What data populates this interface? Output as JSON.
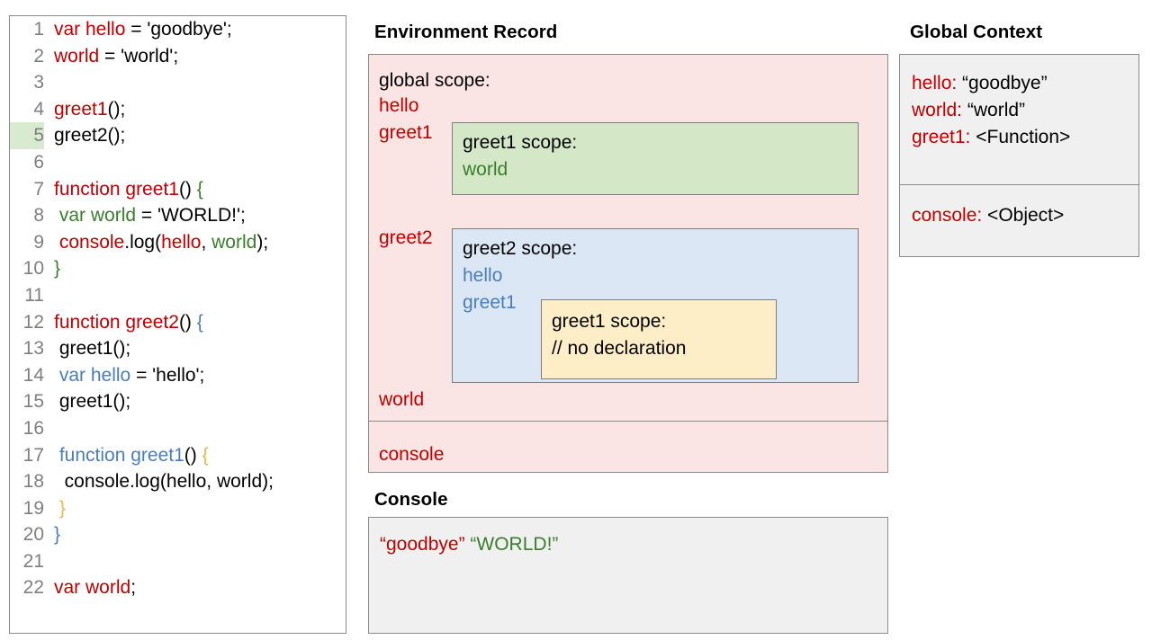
{
  "code_panel": {
    "lines": [
      {
        "num": "1",
        "highlight": false,
        "tokens": [
          {
            "t": "var hello",
            "c": "red"
          },
          {
            "t": " = 'goodbye';",
            "c": "black"
          }
        ]
      },
      {
        "num": "2",
        "highlight": false,
        "tokens": [
          {
            "t": "world",
            "c": "red"
          },
          {
            "t": " = 'world';",
            "c": "black"
          }
        ]
      },
      {
        "num": "3",
        "highlight": false,
        "tokens": []
      },
      {
        "num": "4",
        "highlight": false,
        "tokens": [
          {
            "t": "greet1",
            "c": "red"
          },
          {
            "t": "();",
            "c": "black"
          }
        ]
      },
      {
        "num": "5",
        "highlight": true,
        "tokens": [
          {
            "t": "greet2();",
            "c": "black"
          }
        ]
      },
      {
        "num": "6",
        "highlight": false,
        "tokens": []
      },
      {
        "num": "7",
        "highlight": false,
        "tokens": [
          {
            "t": "function greet1",
            "c": "red"
          },
          {
            "t": "() ",
            "c": "black"
          },
          {
            "t": "{",
            "c": "green"
          }
        ]
      },
      {
        "num": "8",
        "highlight": false,
        "tokens": [
          {
            "t": " ",
            "c": "black"
          },
          {
            "t": "var world",
            "c": "green"
          },
          {
            "t": " = 'WORLD!';",
            "c": "black"
          }
        ]
      },
      {
        "num": "9",
        "highlight": false,
        "tokens": [
          {
            "t": " ",
            "c": "black"
          },
          {
            "t": "console",
            "c": "red"
          },
          {
            "t": ".log(",
            "c": "black"
          },
          {
            "t": "hello",
            "c": "red"
          },
          {
            "t": ", ",
            "c": "black"
          },
          {
            "t": "world",
            "c": "green"
          },
          {
            "t": ");",
            "c": "black"
          }
        ]
      },
      {
        "num": "10",
        "highlight": false,
        "tokens": [
          {
            "t": "}",
            "c": "green"
          }
        ]
      },
      {
        "num": "11",
        "highlight": false,
        "tokens": []
      },
      {
        "num": "12",
        "highlight": false,
        "tokens": [
          {
            "t": "function greet2",
            "c": "red"
          },
          {
            "t": "() ",
            "c": "black"
          },
          {
            "t": "{",
            "c": "blue"
          }
        ]
      },
      {
        "num": "13",
        "highlight": false,
        "tokens": [
          {
            "t": " greet1();",
            "c": "black"
          }
        ]
      },
      {
        "num": "14",
        "highlight": false,
        "tokens": [
          {
            "t": " ",
            "c": "black"
          },
          {
            "t": "var hello",
            "c": "blue"
          },
          {
            "t": " = 'hello';",
            "c": "black"
          }
        ]
      },
      {
        "num": "15",
        "highlight": false,
        "tokens": [
          {
            "t": " greet1();",
            "c": "black"
          }
        ]
      },
      {
        "num": "16",
        "highlight": false,
        "tokens": []
      },
      {
        "num": "17",
        "highlight": false,
        "tokens": [
          {
            "t": " ",
            "c": "black"
          },
          {
            "t": "function greet1",
            "c": "blue"
          },
          {
            "t": "() ",
            "c": "black"
          },
          {
            "t": "{",
            "c": "orange"
          }
        ]
      },
      {
        "num": "18",
        "highlight": false,
        "tokens": [
          {
            "t": "  console.log(hello, world);",
            "c": "black"
          }
        ]
      },
      {
        "num": "19",
        "highlight": false,
        "tokens": [
          {
            "t": " ",
            "c": "black"
          },
          {
            "t": "}",
            "c": "orange"
          }
        ]
      },
      {
        "num": "20",
        "highlight": false,
        "tokens": [
          {
            "t": "}",
            "c": "blue"
          }
        ]
      },
      {
        "num": "21",
        "highlight": false,
        "tokens": []
      },
      {
        "num": "22",
        "highlight": false,
        "tokens": [
          {
            "t": "var world",
            "c": "red"
          },
          {
            "t": ";",
            "c": "black"
          }
        ]
      }
    ]
  },
  "environment_record": {
    "title": "Environment Record",
    "global_scope_label": "global scope:",
    "global_bindings": [
      "hello",
      "greet1",
      "greet2",
      "world"
    ],
    "console_binding": "console",
    "greet1_scope": {
      "label": "greet1 scope:",
      "bindings": [
        "world"
      ]
    },
    "greet2_scope": {
      "label": "greet2 scope:",
      "bindings": [
        "hello",
        "greet1"
      ]
    },
    "greet1_inner_scope": {
      "label": "greet1 scope:",
      "note": "// no declaration"
    }
  },
  "global_context": {
    "title": "Global Context",
    "variables": [
      {
        "key": "hello:",
        "value": " “goodbye”"
      },
      {
        "key": "world:",
        "value": " “world”"
      },
      {
        "key": "greet1:",
        "value": " <Function>"
      }
    ],
    "console_entry": {
      "key": "console:",
      "value": " <Object>"
    }
  },
  "console": {
    "title": "Console",
    "output": [
      {
        "text": "“goodbye”",
        "color": "red"
      },
      {
        "text": " ",
        "color": "black"
      },
      {
        "text": "“WORLD!”",
        "color": "green"
      }
    ]
  },
  "colors": {
    "red": "#c00000",
    "green": "#3a7d2c",
    "blue": "#4a7ebb",
    "orange": "#e8b84b",
    "black": "#000000",
    "env_bg": "#fbe4e4",
    "greet1_bg": "#d4e8c8",
    "greet2_bg": "#dce7f6",
    "inner_bg": "#fdeec8",
    "panel_bg": "#f0f0f0",
    "line_highlight": "#d8ead0",
    "border": "#8a8a8a"
  }
}
